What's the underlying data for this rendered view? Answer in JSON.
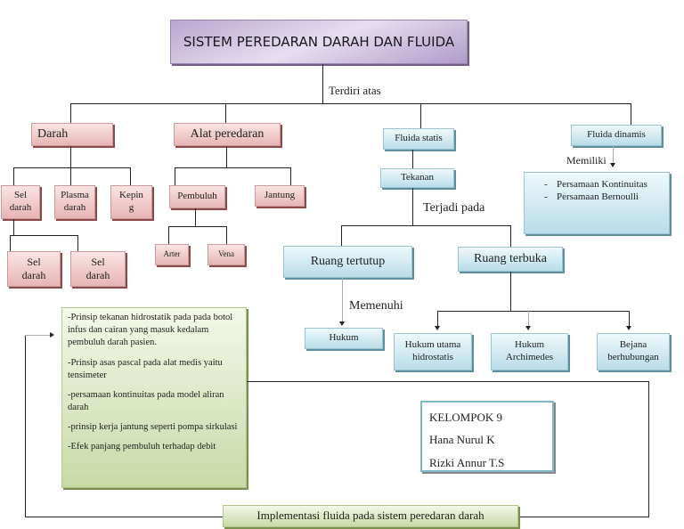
{
  "title": "SISTEM PEREDARAN DARAH DAN FLUIDA",
  "root_label": "Terdiri atas",
  "categories": {
    "darah": "Darah",
    "alat_peredaran": "Alat peredaran",
    "fluida_statis": "Fluida statis",
    "fluida_dinamis": "Fluida dinamis"
  },
  "darah_children": {
    "sel_darah": [
      "Sel",
      "darah"
    ],
    "plasma_darah": [
      "Plasma",
      "darah"
    ],
    "keping": [
      "Kepin",
      "g"
    ],
    "sub_sel_darah_1": [
      "Sel",
      "darah"
    ],
    "sub_sel_darah_2": [
      "Sel",
      "darah"
    ]
  },
  "alat_children": {
    "pembuluh": "Pembuluh",
    "jantung": "Jantung",
    "arteri": "Arter",
    "vena": "Vena"
  },
  "fluida_statis_children": {
    "tekanan": "Tekanan",
    "terjadi_pada": "Terjadi pada",
    "ruang_tertutup": "Ruang tertutup",
    "ruang_terbuka": "Ruang terbuka",
    "memenuhi": "Memenuhi",
    "hukum": "Hukum",
    "hukum_utama": [
      "Hukum utama",
      "hidrostatis"
    ],
    "hukum_archimedes": [
      "Hukum",
      "Archimedes"
    ],
    "bejana": [
      "Bejana",
      "berhubungan"
    ]
  },
  "fluida_dinamis_children": {
    "memiliki": "Memiliki",
    "items": [
      "Persamaan Kontinuitas",
      "Persamaan Bernoulli"
    ],
    "dash": "-"
  },
  "implementations": [
    "-Prinsip tekanan hidrostatik pada pada botol infus dan cairan yang masuk kedalam pembuluh darah pasien.",
    "-Prinsip asas pascal pada alat medis yaitu tensimeter",
    "-persamaan kontinuitas pada model aliran darah",
    "-prinsip kerja jantung seperti pompa sirkulasi",
    "-Efek panjang pembuluh terhadap debit"
  ],
  "implementation_label": "Implementasi fluida pada sistem peredaran darah",
  "group": {
    "name": "KELOMPOK 9",
    "members": [
      "Hana Nurul K",
      "Rizki Annur T.S"
    ]
  }
}
